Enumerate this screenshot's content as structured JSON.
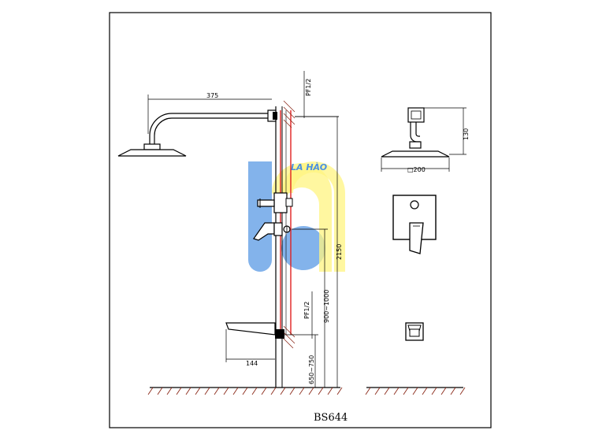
{
  "model": "BS644",
  "watermark": {
    "brand_text": "LA HÀO"
  },
  "dimensions": {
    "arm_length": "375",
    "top_inlet": "PF1/2",
    "total_height": "2150",
    "mixer_range": "900~1000",
    "lower_inlet": "PF1/2",
    "spout_range": "650~750",
    "spout_length": "144",
    "head_diameter": "□200",
    "arm_height": "130"
  },
  "colors": {
    "line": "#000000",
    "pipe": "#e02020",
    "hatch": "#8b2a1a",
    "wm_blue": "#4a90e2",
    "wm_yellow": "#fff36b"
  }
}
